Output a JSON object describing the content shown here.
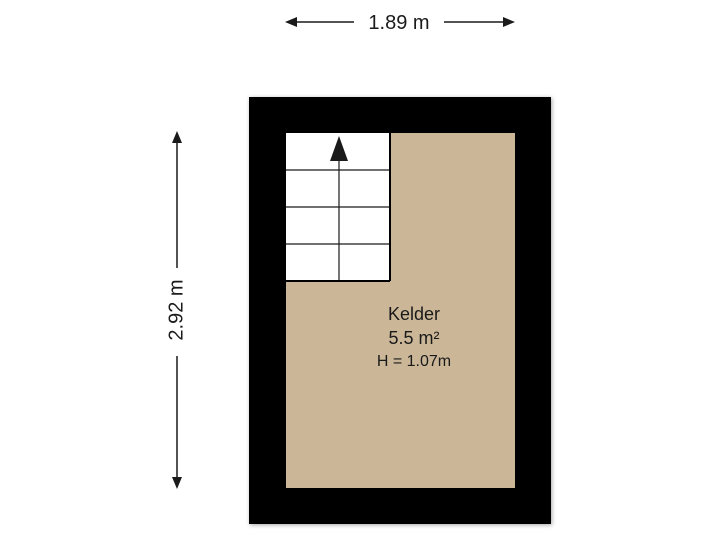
{
  "dimensions": {
    "width_label": "1.89 m",
    "height_label": "2.92 m"
  },
  "room": {
    "name": "Kelder",
    "area": "5.5 m²",
    "height": "H = 1.07m"
  },
  "colors": {
    "wall": "#000000",
    "floor": "#cbb797",
    "stairs": "#ffffff",
    "line": "#1a1a1a"
  },
  "icons": {
    "stair_direction": "arrow-up-icon"
  }
}
